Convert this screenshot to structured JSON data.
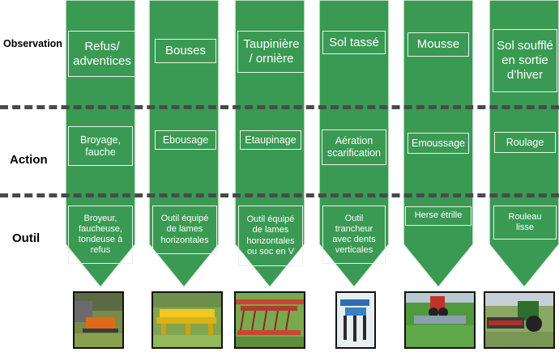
{
  "rows": {
    "observation": "Observation",
    "action": "Action",
    "outil": "Outil"
  },
  "colors": {
    "arrow_fill": "#3a9a53",
    "arrow_stroke": "#e9f2ea",
    "dash": "#4a4a4a"
  },
  "columns": [
    {
      "observation": "Refus/\nadventices",
      "action": "Broyage,\nfauche",
      "outil": "Broyeur,\nfaucheuse,\ntondeuse à\nrefus",
      "photo": "broyeur-photo"
    },
    {
      "observation": "Bouses",
      "action": "Ebousage",
      "outil": "Outil équipé\nde lames\nhorizontales",
      "photo": "ebouseuse-photo"
    },
    {
      "observation": "Taupinière\n/ ornière",
      "action": "Etaupinage",
      "outil": "Outil équipé\nde lames\nhorizontales\nou soc en V",
      "photo": "etaupineuse-photo"
    },
    {
      "observation": "Sol tassé",
      "action": "Aération\nscarification",
      "outil": "Outil\ntrancheur\navec dents\nverticales",
      "photo": "aerateur-photo"
    },
    {
      "observation": "Mousse",
      "action": "Emoussage",
      "outil": "Herse étrille",
      "photo": "herse-photo"
    },
    {
      "observation": "Sol soufflé\nen sortie\nd’hiver",
      "action": "Roulage",
      "outil": "Rouleau\nlisse",
      "photo": "rouleau-photo"
    }
  ]
}
